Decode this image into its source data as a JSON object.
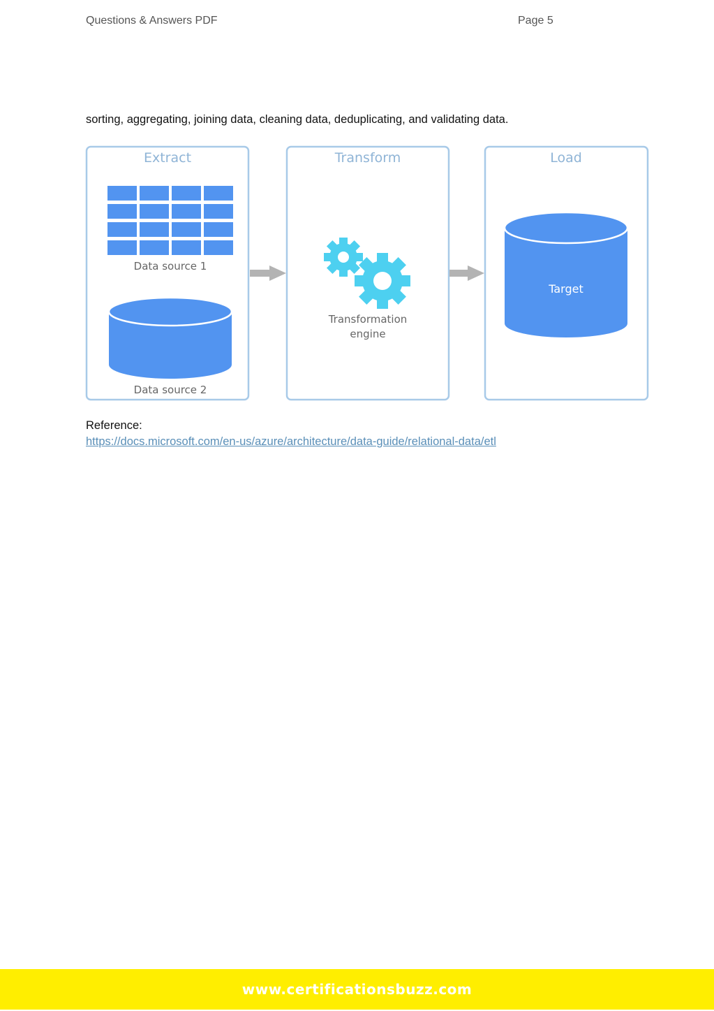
{
  "header": {
    "title": "Questions & Answers PDF",
    "page": "Page 5"
  },
  "body": {
    "text": "sorting, aggregating, joining data, cleaning data, deduplicating, and validating data."
  },
  "diagram": {
    "panels": [
      {
        "title": "Extract"
      },
      {
        "title": "Transform"
      },
      {
        "title": "Load"
      }
    ],
    "labels": {
      "source1": "Data source 1",
      "source2": "Data source 2",
      "engine_line1": "Transformation",
      "engine_line2": "engine",
      "target": "Target"
    },
    "colors": {
      "border": "#a8cae8",
      "blue": "#5294f0",
      "gear": "#4dd0f0",
      "arrow": "#b3b3b3"
    },
    "icons": [
      "table-icon",
      "database-icon",
      "gears-icon",
      "arrow-right-icon"
    ]
  },
  "reference": {
    "label": "Reference:",
    "url": "https://docs.microsoft.com/en-us/azure/architecture/data-guide/relational-data/etl"
  },
  "footer": {
    "text": "www.certificationsbuzz.com"
  }
}
